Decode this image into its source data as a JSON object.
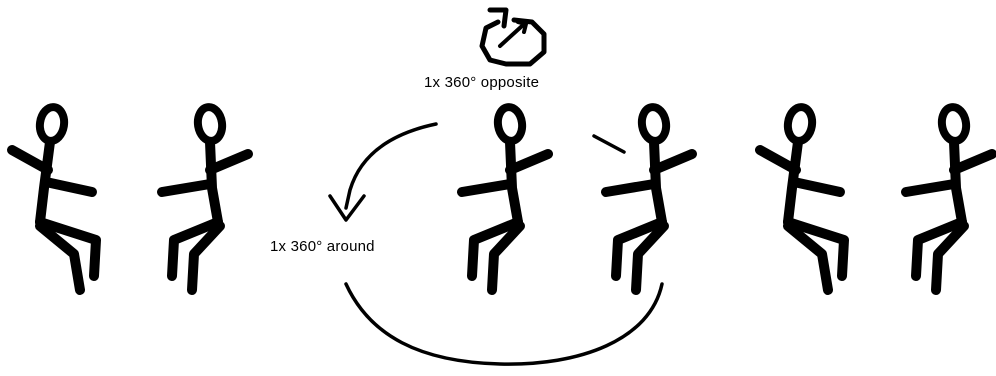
{
  "annotations": {
    "spin_opposite": "1x 360° opposite",
    "spin_around": "1x 360° around"
  },
  "figures": [
    "dancer-1",
    "dancer-2",
    "dancer-3",
    "dancer-4",
    "dancer-5",
    "dancer-6"
  ],
  "colors": {
    "ink": "#000000",
    "background": "#ffffff"
  }
}
